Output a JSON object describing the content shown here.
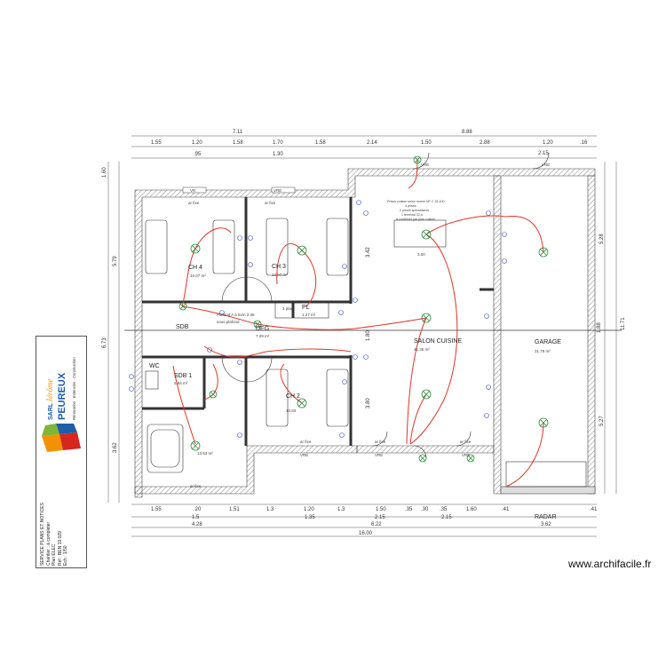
{
  "dimensions": {
    "top_totals": [
      "7.11",
      "8.88"
    ],
    "top_segments": [
      "1.55",
      "1.20",
      "1.58",
      "1.70",
      "1.58",
      "2.14",
      "1.50",
      "2.88",
      "1.20",
      ".16"
    ],
    "top_sub": [
      ".95",
      "1.30"
    ],
    "bottom_segments": [
      "1.55",
      ".20",
      "1.51",
      "1.3",
      "1.20",
      "1.3",
      "1.50",
      ".35",
      ".30",
      ".35",
      "1.60",
      ".41",
      ".41"
    ],
    "bottom_sub": [
      "1.5",
      "1.35",
      "2.15",
      "2.15",
      "4.28",
      "6.22",
      "3.62"
    ],
    "bottom_total": "16.00",
    "left": [
      "1.60",
      "5.79",
      "6.73",
      "3.62"
    ],
    "right": [
      "5.28",
      "11.71",
      "5.27"
    ],
    "misc": [
      "3.42",
      "3.80",
      "1.80",
      "2.15",
      "1.88"
    ]
  },
  "rooms": {
    "ch4": "CH 4",
    "ch4_area": "10.07 m²",
    "ch3": "CH 3",
    "ch3_area": "12.07 m²",
    "ch2": "CH 2",
    "ch2_area": "10.83",
    "sdb": "SDB",
    "sdb1": "SDB 1",
    "sdb1_area": "2.84 m²",
    "wc": "WC",
    "deg": "DEG",
    "deg_area": "7.29 m²",
    "pl": "PL",
    "pl_area": "1.27 m²",
    "salon": "SALON CUISINE",
    "salon_area": "41.35 m²",
    "garage": "GARAGE",
    "garage_area": "31.79 m²",
    "ch1_area": "13.53 m²",
    "placard": "1 plac",
    "kitchen_area": "3.00",
    "radar": "RADAR"
  },
  "notes": {
    "plafond": "Plafond A à 5vm 2.35",
    "sous_plafond": "sous plafond",
    "kitchen_note": [
      "Prises cuisine selon norme NF C 15-100",
      "4 prises",
      "2 prises spécialisées",
      "1 terminal 32 A",
      "à confirmer par plan cuisine"
    ]
  },
  "openings": {
    "vr": "VR",
    "vre": "VRE",
    "ar_fixe": "ar fixe",
    "vre_labels": [
      "VRE",
      "VRE",
      "VRE",
      "VRE",
      "VRE",
      "VRE"
    ]
  },
  "title_block": {
    "lines": [
      "SERVICE PLANS ET NOTICES",
      "Chantier : à compléter",
      "Plan ELEC",
      "Réf : BEN 19.029",
      "Ech : 1/50"
    ],
    "company_sarl": "SARL",
    "company_first": "Jérôme",
    "company_last": "PEUREUX",
    "tagline": "Rénovation · Extension · Construction"
  },
  "watermark": "www.archifacile.fr",
  "colors": {
    "circuit": "#e0352b",
    "outlets": "#3b53c4",
    "fixture": "#2e8b3a",
    "logo_orange": "#f39200",
    "logo_red": "#d7261e",
    "logo_blue": "#1d5ea8",
    "logo_green": "#7fb539"
  }
}
